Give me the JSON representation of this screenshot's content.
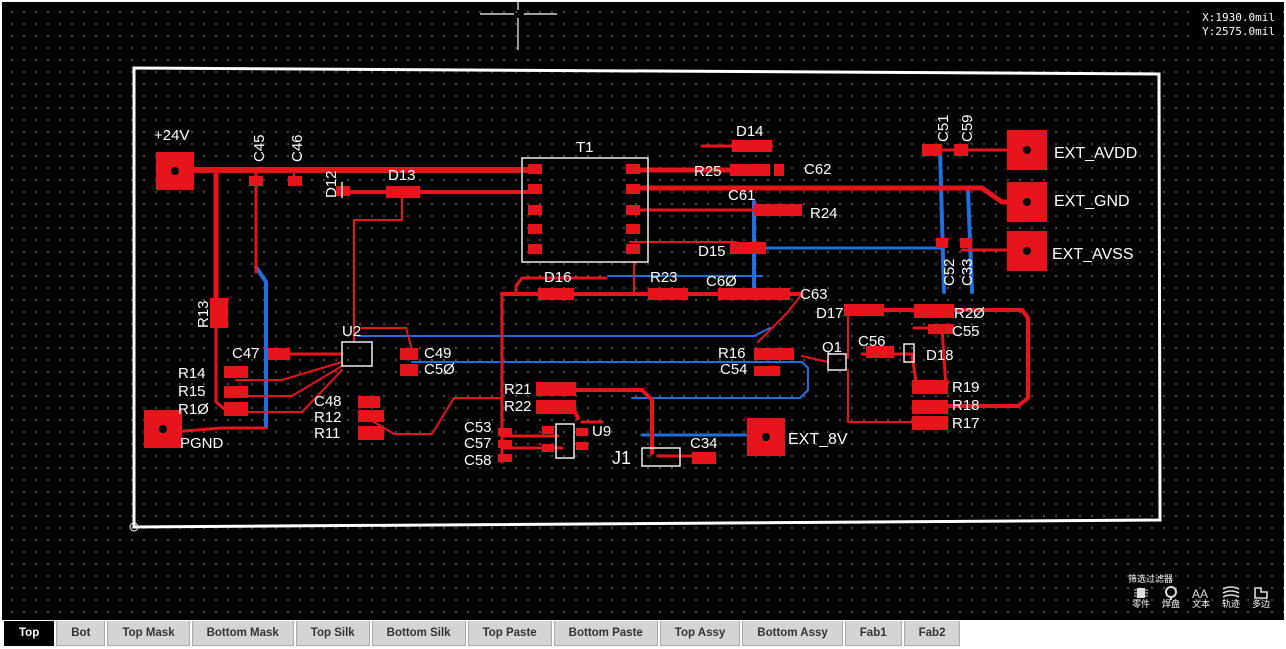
{
  "app": {
    "coordinates": {
      "x": "X:1930.0mil",
      "y": "Y:2575.0mil"
    }
  },
  "board": {
    "top_label": "T1",
    "components": {
      "plus24v": "+24V",
      "pgnd": "PGND",
      "ext_avdd": "EXT_AVDD",
      "ext_gnd": "EXT_GND",
      "ext_avss": "EXT_AVSS",
      "ext_8v": "EXT_8V",
      "c45": "C45",
      "c46": "C46",
      "d12": "D12",
      "d13": "D13",
      "d14": "D14",
      "r25": "R25",
      "c62": "C62",
      "c61": "C61",
      "r24": "R24",
      "d15": "D15",
      "c51": "C51",
      "c59": "C59",
      "c52": "C52",
      "c33": "C33",
      "d16": "D16",
      "r23": "R23",
      "c60": "C6Ø",
      "c63": "C63",
      "d17": "D17",
      "r20": "R2Ø",
      "c55": "C55",
      "c56": "C56",
      "d18": "D18",
      "q1": "Q1",
      "r16": "R16",
      "c54": "C54",
      "r19": "R19",
      "r18": "R18",
      "r17": "R17",
      "r13": "R13",
      "u2": "U2",
      "c47": "C47",
      "c49": "C49",
      "c50": "C5Ø",
      "r14": "R14",
      "r15": "R15",
      "r10": "R1Ø",
      "c48": "C48",
      "r12": "R12",
      "r11": "R11",
      "r21": "R21",
      "r22": "R22",
      "c53": "C53",
      "c57": "C57",
      "c58": "C58",
      "u9": "U9",
      "j1": "J1",
      "c34": "C34"
    }
  },
  "filter_panel": {
    "title": "筛选过滤器",
    "items": [
      {
        "label": "零件",
        "icon": "chip-icon"
      },
      {
        "label": "焊盘",
        "icon": "pad-icon"
      },
      {
        "label": "文本",
        "icon": "text-icon"
      },
      {
        "label": "轨迹",
        "icon": "track-icon"
      },
      {
        "label": "多边",
        "icon": "polygon-icon"
      }
    ]
  },
  "layer_tabs": [
    {
      "label": "Top",
      "active": true
    },
    {
      "label": "Bot",
      "active": false
    },
    {
      "label": "Top Mask",
      "active": false
    },
    {
      "label": "Bottom Mask",
      "active": false
    },
    {
      "label": "Top Silk",
      "active": false
    },
    {
      "label": "Bottom Silk",
      "active": false
    },
    {
      "label": "Top Paste",
      "active": false
    },
    {
      "label": "Bottom Paste",
      "active": false
    },
    {
      "label": "Top Assy",
      "active": false
    },
    {
      "label": "Bottom Assy",
      "active": false
    },
    {
      "label": "Fab1",
      "active": false
    },
    {
      "label": "Fab2",
      "active": false
    }
  ],
  "colors": {
    "top_copper": "#e8141c",
    "bottom_copper": "#1f6fe0",
    "silkscreen": "#ffffff",
    "background": "#000000"
  }
}
